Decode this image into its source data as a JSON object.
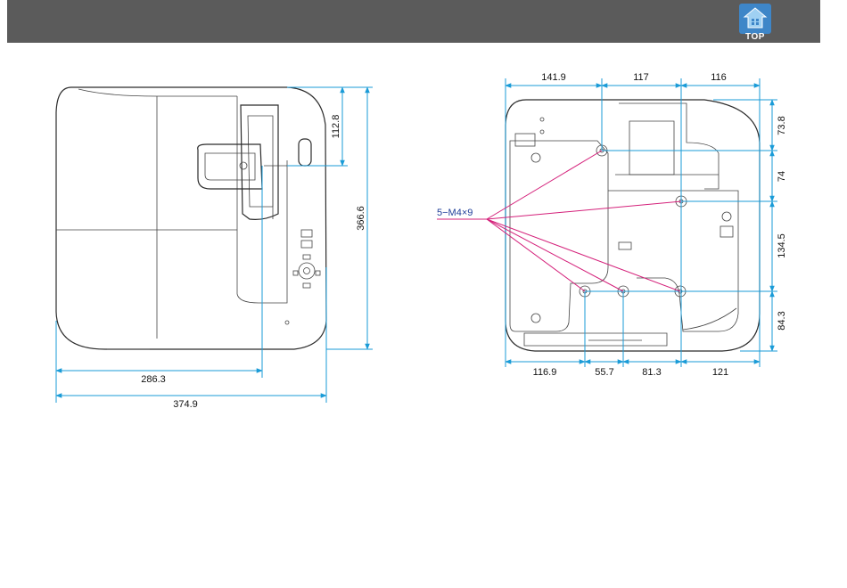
{
  "header": {
    "top_button_label": "TOP",
    "top_icon": "house-icon"
  },
  "top_view": {
    "dim_112_8": "112.8",
    "dim_366_6": "366.6",
    "dim_286_3": "286.3",
    "dim_374_9": "374.9"
  },
  "bottom_view": {
    "dim_141_9": "141.9",
    "dim_117": "117",
    "dim_116": "116",
    "dim_73_8": "73.8",
    "dim_74": "74",
    "dim_134_5": "134.5",
    "dim_84_3": "84.3",
    "dim_116_9": "116.9",
    "dim_55_7": "55.7",
    "dim_81_3": "81.3",
    "dim_121": "121",
    "screw_label": "5−M4×9"
  },
  "colors": {
    "header": "#5b5b5b",
    "dimension": "#1a9bd7",
    "leader": "#d4207a",
    "top_button": "#3e86c8"
  }
}
